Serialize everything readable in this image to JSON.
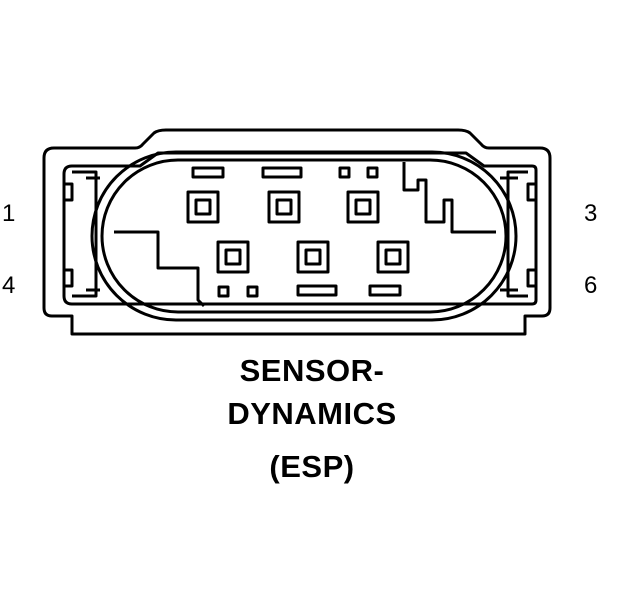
{
  "pin_labels": {
    "top_left": "1",
    "bottom_left": "4",
    "top_right": "3",
    "bottom_right": "6"
  },
  "caption": {
    "line1": "SENSOR-",
    "line2": "DYNAMICS",
    "line3": "(ESP)"
  },
  "colors": {
    "stroke": "#000000",
    "background": "#ffffff"
  }
}
